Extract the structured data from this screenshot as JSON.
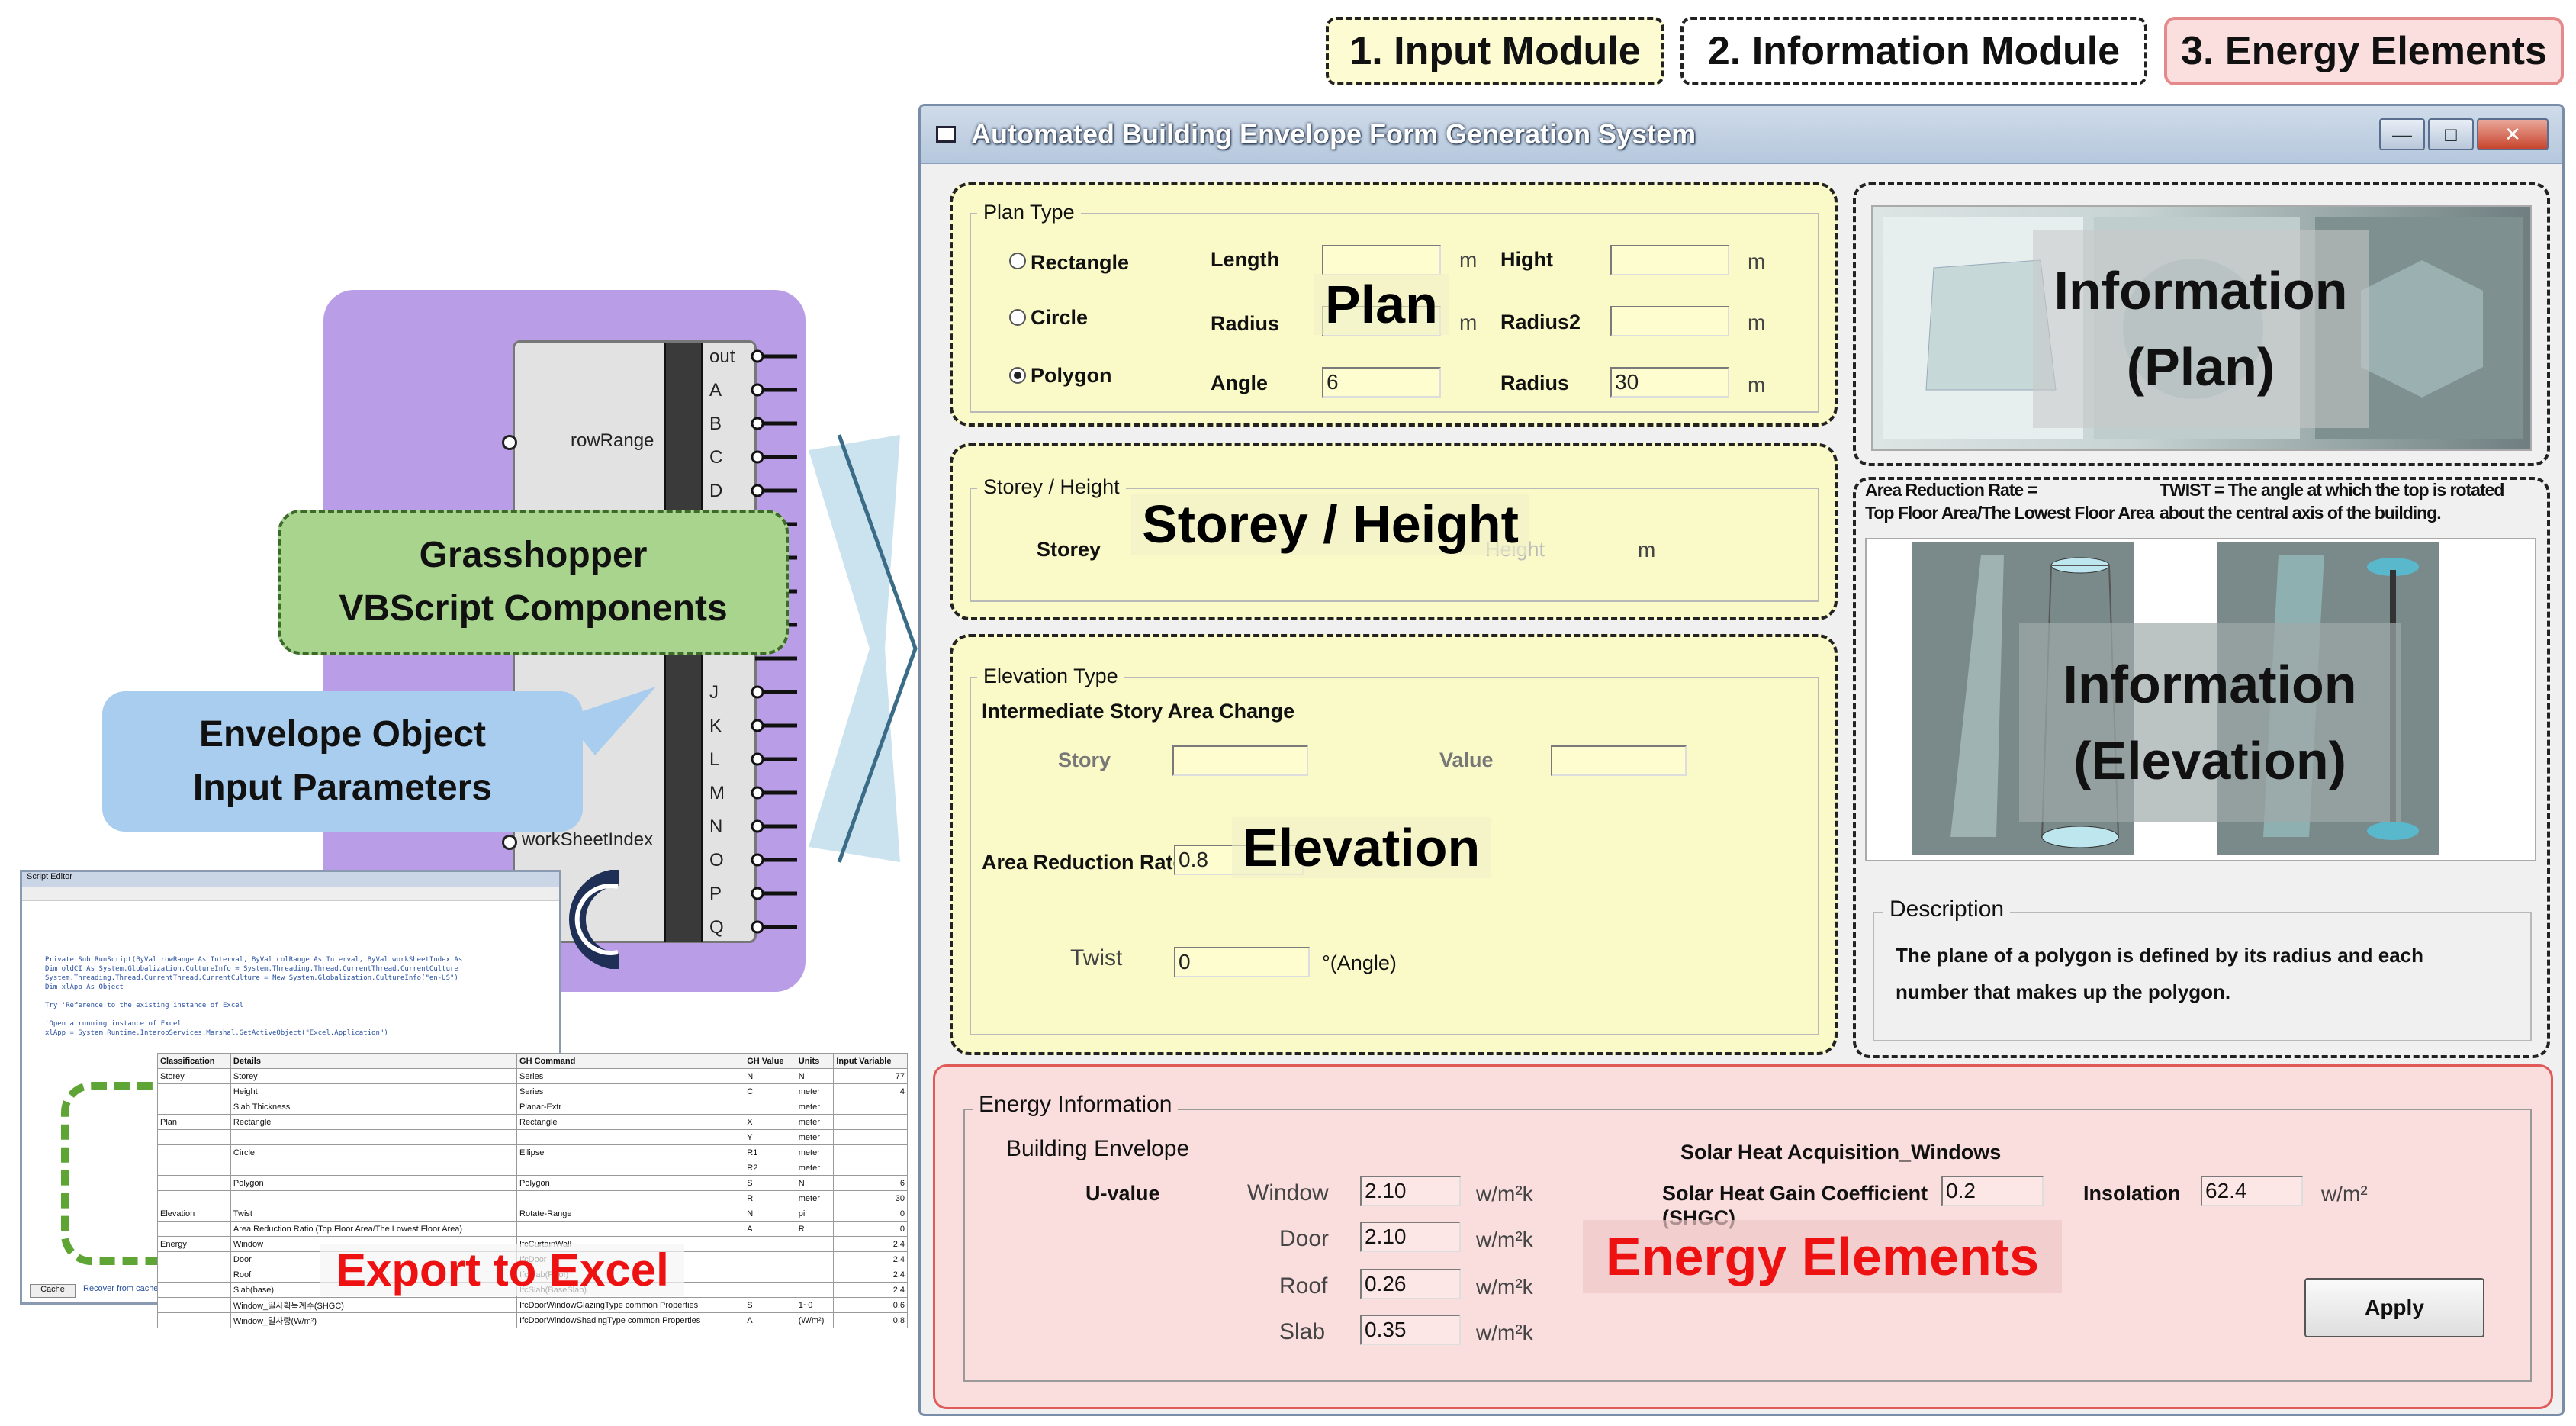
{
  "header_tags": [
    {
      "label": "1. Input Module",
      "fill": "#fdfbd2"
    },
    {
      "label": "2. Information Module",
      "fill": "#ffffff"
    },
    {
      "label": "3. Energy Elements",
      "fill": "#fbdede"
    }
  ],
  "window": {
    "title": "Automated Building Envelope Form Generation System",
    "controls": [
      "—",
      "□",
      "✕"
    ]
  },
  "plan": {
    "group_label": "Plan Type",
    "overlay": "Plan",
    "options": [
      {
        "label": "Rectangle",
        "selected": false
      },
      {
        "label": "Circle",
        "selected": false
      },
      {
        "label": "Polygon",
        "selected": true
      }
    ],
    "fields": {
      "length": {
        "label": "Length",
        "value": "",
        "unit": "m"
      },
      "hight": {
        "label": "Hight",
        "value": "",
        "unit": "m"
      },
      "radius": {
        "label": "Radius",
        "value": "",
        "unit": "m"
      },
      "radius2": {
        "label": "Radius2",
        "value": "",
        "unit": "m"
      },
      "angle": {
        "label": "Angle",
        "value": "6"
      },
      "radius_poly": {
        "label": "Radius",
        "value": "30",
        "unit": "m"
      }
    }
  },
  "storey": {
    "group_label": "Storey / Height",
    "overlay": "Storey / Height",
    "storey_label": "Storey",
    "height_label": "Height",
    "unit": "m"
  },
  "elevation": {
    "group_label": "Elevation Type",
    "overlay": "Elevation",
    "intermediate_label": "Intermediate Story Area Change",
    "story_label": "Story",
    "value_label": "Value",
    "reduction_label": "Area Reduction Rate",
    "reduction_value": "0.8",
    "twist_label": "Twist",
    "twist_value": "0",
    "twist_unit": "°(Angle)"
  },
  "info_plan": {
    "overlay_line1": "Information",
    "overlay_line2": "(Plan)"
  },
  "info_elev": {
    "overlay_line1": "Information",
    "overlay_line2": "(Elevation)",
    "note_left_1": "Area Reduction Rate =",
    "note_left_2": "Top Floor Area/The Lowest Floor Area",
    "note_right_1": "TWIST = The angle at which the top is rotated",
    "note_right_2": "about the central axis of the building."
  },
  "description": {
    "label": "Description",
    "line1": "The plane of a polygon is defined by its radius and each",
    "line2": "number that makes up the polygon."
  },
  "energy": {
    "group_label": "Energy Information",
    "overlay": "Energy Elements",
    "envelope_label": "Building Envelope",
    "uvalue_label": "U-value",
    "rows": [
      {
        "label": "Window",
        "value": "2.10",
        "unit": "w/m²k"
      },
      {
        "label": "Door",
        "value": "2.10",
        "unit": "w/m²k"
      },
      {
        "label": "Roof",
        "value": "0.26",
        "unit": "w/m²k"
      },
      {
        "label": "Slab",
        "value": "0.35",
        "unit": "w/m²k"
      }
    ],
    "solar_title": "Solar Heat Acquisition_Windows",
    "shgc_label": "Solar Heat Gain Coefficient",
    "shgc_label2": "(SHGC)",
    "shgc_value": "0.2",
    "insolation_label": "Insolation",
    "insolation_value": "62.4",
    "insolation_unit": "w/m²",
    "apply_label": "Apply"
  },
  "grasshopper": {
    "title_line1": "Grasshopper",
    "title_line2": "VBScript Components",
    "input_left_1": "rowRange",
    "input_left_2": "workSheetIndex",
    "outputs_top": [
      "out",
      "A",
      "B",
      "C",
      "D"
    ],
    "outputs_bottom": [
      "J",
      "K",
      "L",
      "M",
      "N",
      "O",
      "P",
      "Q"
    ]
  },
  "envelope_bubble": {
    "line1": "Envelope Object",
    "line2": "Input Parameters"
  },
  "excel": {
    "overlay": "Export to Excel",
    "editor_title": "Script Editor",
    "code_lines": [
      "Private Sub RunScript(ByVal rowRange As Interval, ByVal colRange As Interval, ByVal workSheetIndex As",
      "  Dim oldCI As System.Globalization.CultureInfo = System.Threading.Thread.CurrentThread.CurrentCulture",
      "  System.Threading.Thread.CurrentThread.CurrentCulture = New System.Globalization.CultureInfo(\"en-US\")",
      "  Dim xlApp As Object",
      "",
      "  Try 'Reference to the existing instance of Excel",
      "",
      "  'Open a running instance of Excel",
      "  xlApp = System.Runtime.InteropServices.Marshal.GetActiveObject(\"Excel.Application\")"
    ],
    "footer_buttons": [
      "Cache",
      "Recover from cache"
    ],
    "headers": [
      "Classification",
      "Details",
      "GH Command",
      "GH Value",
      "Units",
      "Input Variable"
    ],
    "rows": [
      [
        "Storey",
        "Storey",
        "Series",
        "N",
        "N",
        "77"
      ],
      [
        "",
        "Height",
        "Series",
        "C",
        "meter",
        "4"
      ],
      [
        "",
        "Slab Thickness",
        "Planar-Extr",
        "",
        "meter",
        ""
      ],
      [
        "Plan",
        "Rectangle",
        "Rectangle",
        "X",
        "meter",
        ""
      ],
      [
        "",
        "",
        "",
        "Y",
        "meter",
        ""
      ],
      [
        "",
        "Circle",
        "Ellipse",
        "R1",
        "meter",
        ""
      ],
      [
        "",
        "",
        "",
        "R2",
        "meter",
        ""
      ],
      [
        "",
        "Polygon",
        "Polygon",
        "S",
        "N",
        "6"
      ],
      [
        "",
        "",
        "",
        "R",
        "meter",
        "30"
      ],
      [
        "Elevation",
        "Twist",
        "Rotate-Range",
        "N",
        "pi",
        "0"
      ],
      [
        "",
        "Area Reduction Ratio (Top Floor Area/The Lowest Floor Area)",
        "",
        "A",
        "R",
        "0"
      ],
      [
        "Energy",
        "Window",
        "IfcCurtainWall",
        "",
        "",
        "2.4"
      ],
      [
        "",
        "Door",
        "IfcDoor",
        "",
        "",
        "2.4"
      ],
      [
        "",
        "Roof",
        "IfcSlab(Roof)",
        "",
        "",
        "2.4"
      ],
      [
        "",
        "Slab(base)",
        "IfcSlab(BaseSlab)",
        "",
        "",
        "2.4"
      ],
      [
        "",
        "Window_일사획득계수(SHGC)",
        "IfcDoorWindowGlazingType common Properties",
        "S",
        "1~0",
        "0.6"
      ],
      [
        "",
        "Window_일사량(W/m²)",
        "IfcDoorWindowShadingType common Properties",
        "A",
        "(W/m²)",
        "0.8"
      ]
    ]
  },
  "colors": {
    "input_zone": "#fafac8",
    "energy_zone": "#fadede",
    "grasshopper_fill": "#b99de6",
    "grasshopper_label": "#a8d48e",
    "bubble_blue": "#a9cdee",
    "excel_red": "#ee1111",
    "energy_red": "#ee1111"
  }
}
